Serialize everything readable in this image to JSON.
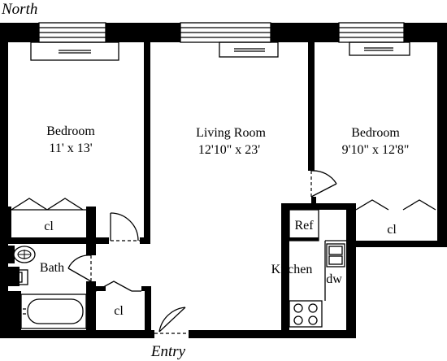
{
  "compass": "North",
  "entry": "Entry",
  "rooms": {
    "bedroom_left": {
      "name": "Bedroom",
      "size": "11' x 13'"
    },
    "living": {
      "name": "Living Room",
      "size": "12'10\" x 23'"
    },
    "bedroom_right": {
      "name": "Bedroom",
      "size": "9'10\" x 12'8\""
    },
    "closet_left": "cl",
    "closet_right": "cl",
    "closet_bath": "cl",
    "bath": "Bath",
    "kitchen": "Kitchen",
    "ref": "Ref",
    "dw": "dw"
  }
}
